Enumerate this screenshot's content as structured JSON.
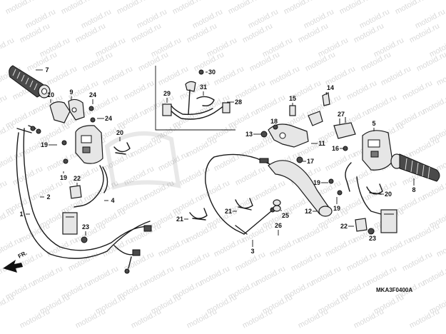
{
  "watermark": "motoid.ru",
  "diagram_code": "MKA3F0400A",
  "front_label": "FR.",
  "callouts": [
    {
      "id": "c1",
      "label": "1"
    },
    {
      "id": "c2",
      "label": "2"
    },
    {
      "id": "c3",
      "label": "3"
    },
    {
      "id": "c4",
      "label": "4"
    },
    {
      "id": "c5",
      "label": "5"
    },
    {
      "id": "c7",
      "label": "7"
    },
    {
      "id": "c8",
      "label": "8"
    },
    {
      "id": "c9",
      "label": "9"
    },
    {
      "id": "c10",
      "label": "10"
    },
    {
      "id": "c11",
      "label": "11"
    },
    {
      "id": "c12",
      "label": "12"
    },
    {
      "id": "c13",
      "label": "13"
    },
    {
      "id": "c14",
      "label": "14"
    },
    {
      "id": "c15",
      "label": "15"
    },
    {
      "id": "c16",
      "label": "16"
    },
    {
      "id": "c17",
      "label": "17"
    },
    {
      "id": "c18",
      "label": "18"
    },
    {
      "id": "c19a",
      "label": "19"
    },
    {
      "id": "c19b",
      "label": "19"
    },
    {
      "id": "c19c",
      "label": "19"
    },
    {
      "id": "c19d",
      "label": "19"
    },
    {
      "id": "c20a",
      "label": "20"
    },
    {
      "id": "c20b",
      "label": "20"
    },
    {
      "id": "c21a",
      "label": "21"
    },
    {
      "id": "c21b",
      "label": "21"
    },
    {
      "id": "c22a",
      "label": "22"
    },
    {
      "id": "c22b",
      "label": "22"
    },
    {
      "id": "c23a",
      "label": "23"
    },
    {
      "id": "c23b",
      "label": "23"
    },
    {
      "id": "c24a",
      "label": "24"
    },
    {
      "id": "c24b",
      "label": "24"
    },
    {
      "id": "c25",
      "label": "25"
    },
    {
      "id": "c26",
      "label": "26"
    },
    {
      "id": "c27",
      "label": "27"
    },
    {
      "id": "c28",
      "label": "28"
    },
    {
      "id": "c29",
      "label": "29"
    },
    {
      "id": "c30",
      "label": "30"
    },
    {
      "id": "c31",
      "label": "31"
    }
  ]
}
